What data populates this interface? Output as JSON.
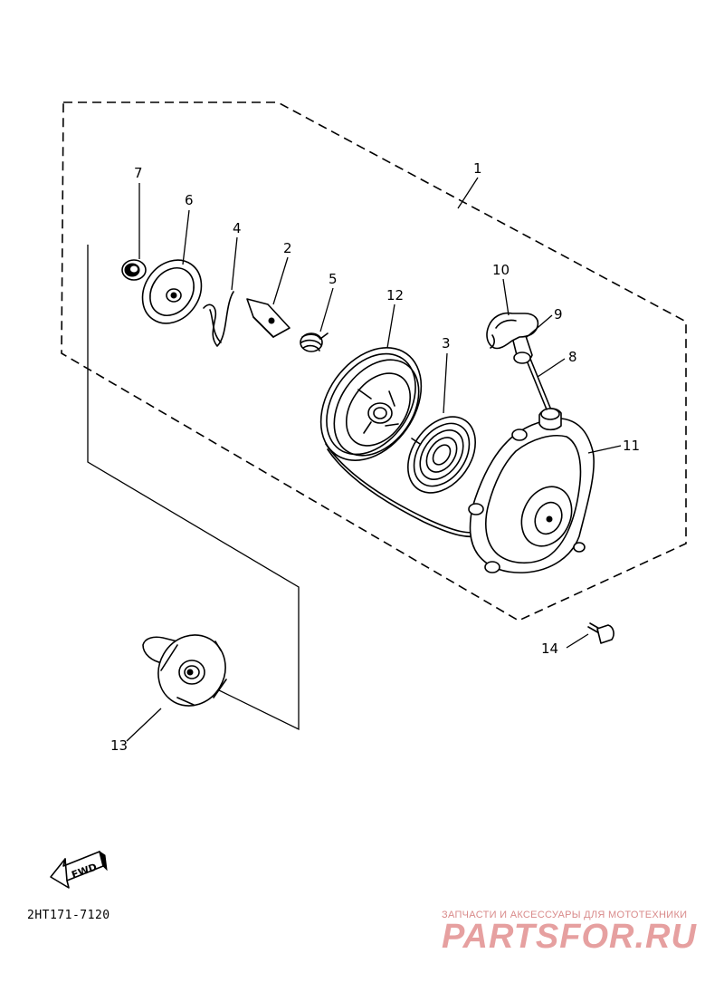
{
  "callouts": {
    "c1": "1",
    "c2": "2",
    "c3": "3",
    "c4": "4",
    "c5": "5",
    "c6": "6",
    "c7": "7",
    "c8": "8",
    "c9": "9",
    "c10": "10",
    "c11": "11",
    "c12": "12",
    "c13": "13",
    "c14": "14"
  },
  "fwd_label": "FWD",
  "diagram_code": "2HT171-7120",
  "watermark": {
    "subtitle": "ЗАПЧАСТИ И АКСЕССУАРЫ ДЛЯ МОТОТЕХНИКИ",
    "brand": "PARTSFOR.RU"
  }
}
